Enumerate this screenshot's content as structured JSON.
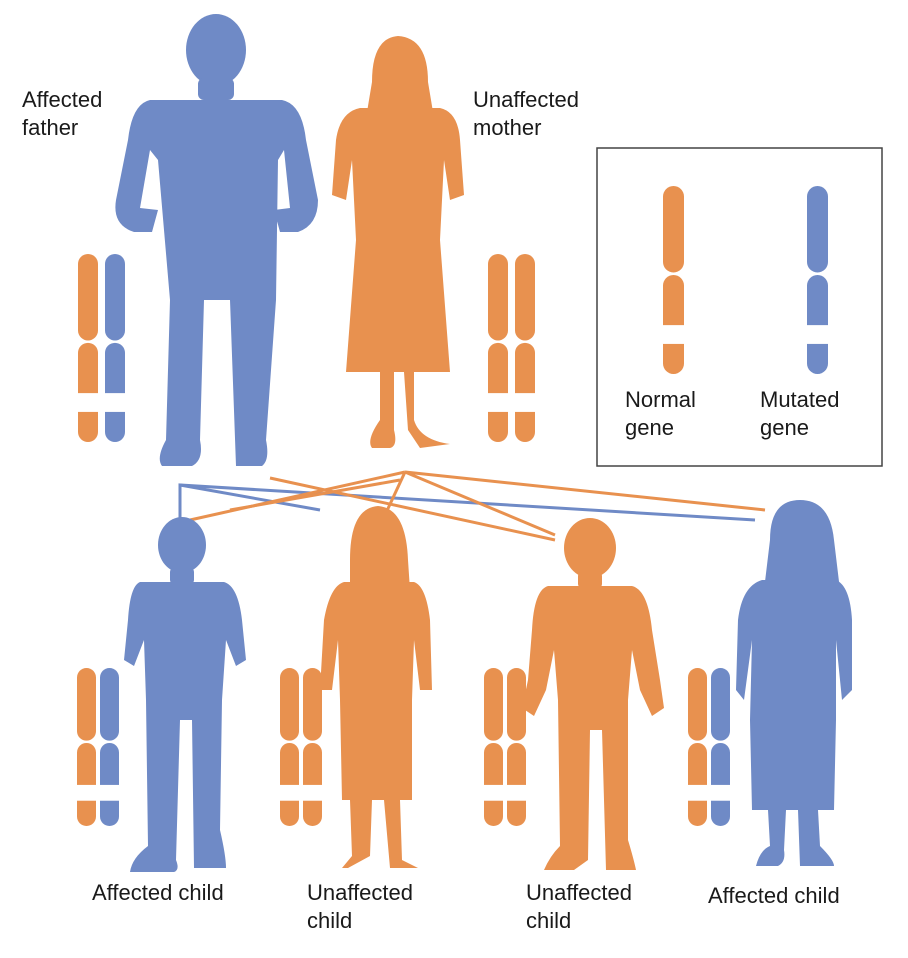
{
  "colors": {
    "affected": "#6f8ac6",
    "unaffected": "#e8914f",
    "band": "#ffffff",
    "legend_border": "#444444",
    "text": "#1a1a1a"
  },
  "parents": {
    "father": {
      "label_line1": "Affected",
      "label_line2": "father",
      "status": "affected",
      "chromosomes": [
        "normal",
        "mutated"
      ]
    },
    "mother": {
      "label_line1": "Unaffected",
      "label_line2": "mother",
      "status": "unaffected",
      "chromosomes": [
        "normal",
        "normal"
      ]
    }
  },
  "legend": {
    "normal": {
      "line1": "Normal",
      "line2": "gene"
    },
    "mutated": {
      "line1": "Mutated",
      "line2": "gene"
    }
  },
  "children": [
    {
      "label_line1": "Affected child",
      "label_line2": "",
      "status": "affected",
      "chromosomes": [
        "normal",
        "mutated"
      ]
    },
    {
      "label_line1": "Unaffected",
      "label_line2": "child",
      "status": "unaffected",
      "chromosomes": [
        "normal",
        "normal"
      ]
    },
    {
      "label_line1": "Unaffected",
      "label_line2": "child",
      "status": "unaffected",
      "chromosomes": [
        "normal",
        "normal"
      ]
    },
    {
      "label_line1": "Affected child",
      "label_line2": "",
      "status": "affected",
      "chromosomes": [
        "normal",
        "mutated"
      ]
    }
  ]
}
